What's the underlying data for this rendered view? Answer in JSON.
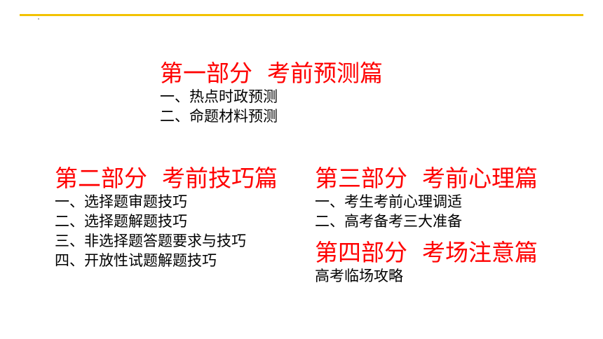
{
  "colors": {
    "heading": "#ff0000",
    "text": "#000000",
    "top_rule": "#f2c200"
  },
  "part1": {
    "heading": "第一部分  考前预测篇",
    "items": [
      "一、热点时政预测",
      "二、命题材料预测"
    ]
  },
  "part2": {
    "heading": "第二部分  考前技巧篇",
    "items": [
      "一、选择题审题技巧",
      "二、选择题解题技巧",
      "三、非选择题答题要求与技巧",
      "四、开放性试题解题技巧"
    ]
  },
  "part3": {
    "heading": "第三部分  考前心理篇",
    "items": [
      "一、考生考前心理调适",
      "二、高考备考三大准备"
    ]
  },
  "part4": {
    "heading": "第四部分  考场注意篇",
    "items": [
      "高考临场攻略"
    ]
  }
}
